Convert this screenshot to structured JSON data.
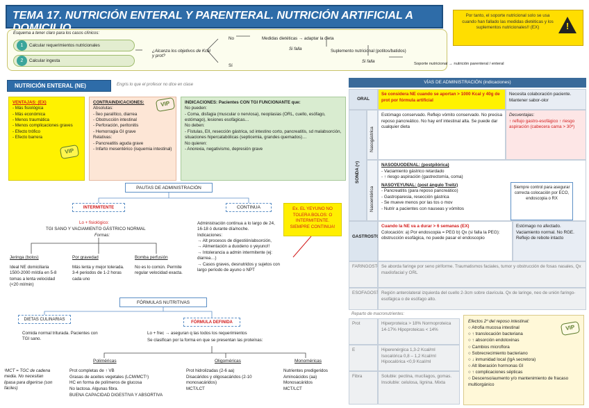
{
  "title": "TEMA 17. NUTRICIÓN ENTERAL Y PARENTERAL. NUTRICIÓN ARTIFICIAL A DOMICILIO.",
  "warning": "Por tanto, el soporte nutricional solo se usa cuando han fallado las medidas dietéticas y los suplementos nutricionales!! (EX)",
  "scheme": {
    "header": "Esquema a tener claro para los casos clínicos:",
    "step1": "Calcular requerimientos nutricionales",
    "step2": "Calcular ingesta",
    "question": "¿Alcanza los objetivos de Kcal y prot?",
    "no": "No",
    "si": "Sí",
    "medidas": "Medidas dietéticas → adaptar la dieta",
    "sifalla1": "Si falla",
    "suplemento": "Suplemento nutricional (potitos/batidos)",
    "sifalla2": "Si falla",
    "soporte": "Soporte nutricional → nutrición parenteral / enteral"
  },
  "ne": {
    "tag": "NUTRICIÓN ENTERAL (NE)",
    "subtitle": "Engris lo que el profesor no dice en clase",
    "vent_title": "VENTAJAS: (EX)",
    "vent_items": [
      "Más fisiológica",
      "Más económica",
      "Menos traumática",
      "Menos complicaciones graves",
      "Efecto trófico",
      "Efecto barrera"
    ],
    "contra_title": "CONTRAINDICACIONES:",
    "contra_abs": "Absolutas:",
    "contra_abs_items": [
      "Íleo paralítico, diarrea",
      "Obstrucción intestinal",
      "Perforación, peritonitis",
      "Hemorragia GI grave"
    ],
    "contra_rel": "Relativas:",
    "contra_rel_items": [
      "Pancreatitis aguda grave",
      "Infarto mesentérico (isquemia intestinal)"
    ],
    "indic_title": "INDICACIONES: Pacientes CON TGI FUNCIONANTE que:",
    "indic_lines": [
      "No pueden:",
      "Coma, disfagia (muscular o nerviosa), neoplasias (ORL, cuello, esófago, estómago), lesiones esofágicas…",
      "No deben:",
      "Fístulas, EII, resección gástrica, sd intestino corto, pancreatitis, sd malabsorción, situaciones hipercatabólicas (septicemia, grandes quemados)…",
      "No quieren:",
      "Anorexia, negativismo, depresión grave"
    ]
  },
  "pautas": {
    "title": "PAUTAS DE ADMINISTRACIÓN",
    "intermitente": "INTERMITENTE",
    "continua": "CONTINUA",
    "fisio": "Lo + fisiológico:",
    "tgi": "TGI SANO Y VACIAMIENTO GÁSTRICO NORMAL",
    "formas": "Formas:",
    "jeringa": "Jeringa (bolos)",
    "jeringa_d": "Ideal NE domiciliaria 1500-2000 ml/día en 5-8 tomas a lenta velocidad (<20 ml/min)",
    "gravedad": "Por gravedad",
    "gravedad_d": "Más lenta y mejor tolerada. 3-4 periodos de 1-2 horas cada uno",
    "bomba": "Bomba perfusión",
    "bomba_d": "No es lo común. Permite regular velocidad exacta.",
    "cont_desc": "Administración continua a lo largo de 24, 16-18 ó durante día/noche.",
    "cont_ind": "Indicaciones:",
    "cont_items": [
      "Alt procesos de digestión/absorción,",
      "Alimentación a duodeno o yeyuno!!",
      "Intolerancia a admin intermitente (ej: diarrea…)",
      "Casos graves, desnutridos y sujetos con largo período de ayuno o NPT"
    ],
    "yeyuno": "Ex. EL YEYUNO NO TOLERA BOLOS: O INTERMITENTE. SIEMPRE CONTINUA!"
  },
  "formulas": {
    "title": "FÓRMULAS NUTRITIVAS",
    "dietas": "DIETAS CULINARIAS",
    "dietas_d": "Comida normal triturada. Pacientes con TGI sano.",
    "definida": "FÓRMULA DEFINIDA",
    "def_line1": "Lo + frec → aseguran q las todos los requerimientos",
    "def_line2": "Se clasifican por la forma en que se presentan las proteínas:",
    "poli": "Poliméricas",
    "poli_items": [
      "Prot completas de ↑ VB",
      "Grasas de aceites vegetales (LCM/MCT¹)",
      "HC en forma de polímeros de glucosa",
      "No lactosa. Algunas fibra.",
      "BUENA CAPACIDAD DIGESTIVA Y ABSORTIVA"
    ],
    "oligo": "Oligoméricas",
    "oligo_items": [
      "Prot hidrolizadas (2-6 aa)",
      "Disacáridos y oligosacáridos (2-10 monosacáridos)",
      "MCT/LCT"
    ],
    "mono": "Monoméricas",
    "mono_items": [
      "Nutrientes predigeridos",
      "Aminoácidos (aa)",
      "Monosacáridos",
      "MCT/LCT"
    ],
    "note": "¹MCT = TGC de cadena media. No necesitan lipasa para digerirse (son fáciles)"
  },
  "vias": {
    "title": "VÍAS DE ADMINISTRACIÓN (indicaciones)",
    "oral": "ORAL",
    "oral_red": "Se considera NE cuando se aportan > 1000 Kcal y 40g de prot por fórmula artificial",
    "oral_right": "Necesita colaboración paciente. Mantener sabor-olor",
    "sonda": "SONDA (+)",
    "naso": "Nasogástrica",
    "naso_text": "Estómago conservado. Reflejo vómito conservado. No precisa reposo pancreático. No hay enf intestinal alta. Se puede dar cualquier dieta",
    "desv_title": "Desventajas:",
    "desv_text": "↑ reflujo gastro-esofágico ↑ riesgo aspiración (cabecera cama > 30º)",
    "naso_ent": "Nasoentérica",
    "nasoduo_title": "NASODUODENAL: (postpilórica)",
    "nasoduo_items": [
      "Vaciamiento gástrico retardado",
      "↑ riesgo aspiración (gastrectomía, coma)"
    ],
    "nasoye_title": "NASOYEYUNAL: (post ángulo Treitz)",
    "nasoye_items": [
      "Pancreatitis (para reposo pancreático)",
      "Gastroparesia, resección gástrica",
      "Se mueve menos por las tos o mov",
      "Nutrir a pacientes con nauseas y vómitos"
    ],
    "control": "Siempre control para asegurar correcta colocación por ECO, endoscopia o RX",
    "gastro": "GASTROSTOMIA",
    "gastro_red": "Cuando la NE va a durar > 6 semanas (EX)",
    "gastro_text": "Colocación: a) Por endoscopia = PEG b) Qx (si falla la PEG): obstrucción esofágica, no puede pasar el endoscopio",
    "gastro_right": "Estómago no afectado. Vaciamiento normal. No RGE. Reflejo de rebote intacto",
    "faringo": "FARINGOSTOMIA",
    "faringo_text": "Se aborda faringe por seno piriforme. Traumatismos faciales, tumor y obstrucción de fosas nasales, Qx maxilofacial y ORL",
    "esofago": "ESOFAGOSTOMIA",
    "esofago_text": "Región anterolateral izquierda del cuello 2-3cm sobre clavícula. Qx de laringe, neo de unión faringo-esofágica o de esófago alto."
  },
  "macro": {
    "title": "Reparto de macronutrientes:",
    "prot": "Prot",
    "prot_text": "Hiperproteica > 18% Normoproteica 14-17% Hipoproteicas < 14%",
    "e": "E",
    "e_text": "Hiperenérgica 1,3-2 Kcal/ml Isocalórica 0,8 – 1,2 Kcal/ml Hipocalórica <0,9 Kcal/ml",
    "fibra": "Fibra",
    "fibra_text": "Soluble: pectina, mucílagos, gomas. Insoluble: celulosa, lignina. Mixta"
  },
  "efectos": {
    "title": "Efectos 2º del reposo intestinal:",
    "items": [
      "Atrofia mucosa intestinal",
      "↑ translocación bacteriana",
      "↑ absorción endotoxinas",
      "Cambios microflora",
      "Sobrecrecimiento bacteriano",
      "↓ inmunidad local (IgA secretora)",
      "Alt liberación hormonas GI",
      "↑ complicaciones sépticas",
      "Descenso/aumento y/o mantenimiento de fracaso multiorgánico"
    ]
  },
  "vip": "VIP",
  "colors": {
    "title": "#2e6ca8",
    "yellow": "#fff200",
    "red": "#d21b1b",
    "green": "#3ba59b"
  }
}
